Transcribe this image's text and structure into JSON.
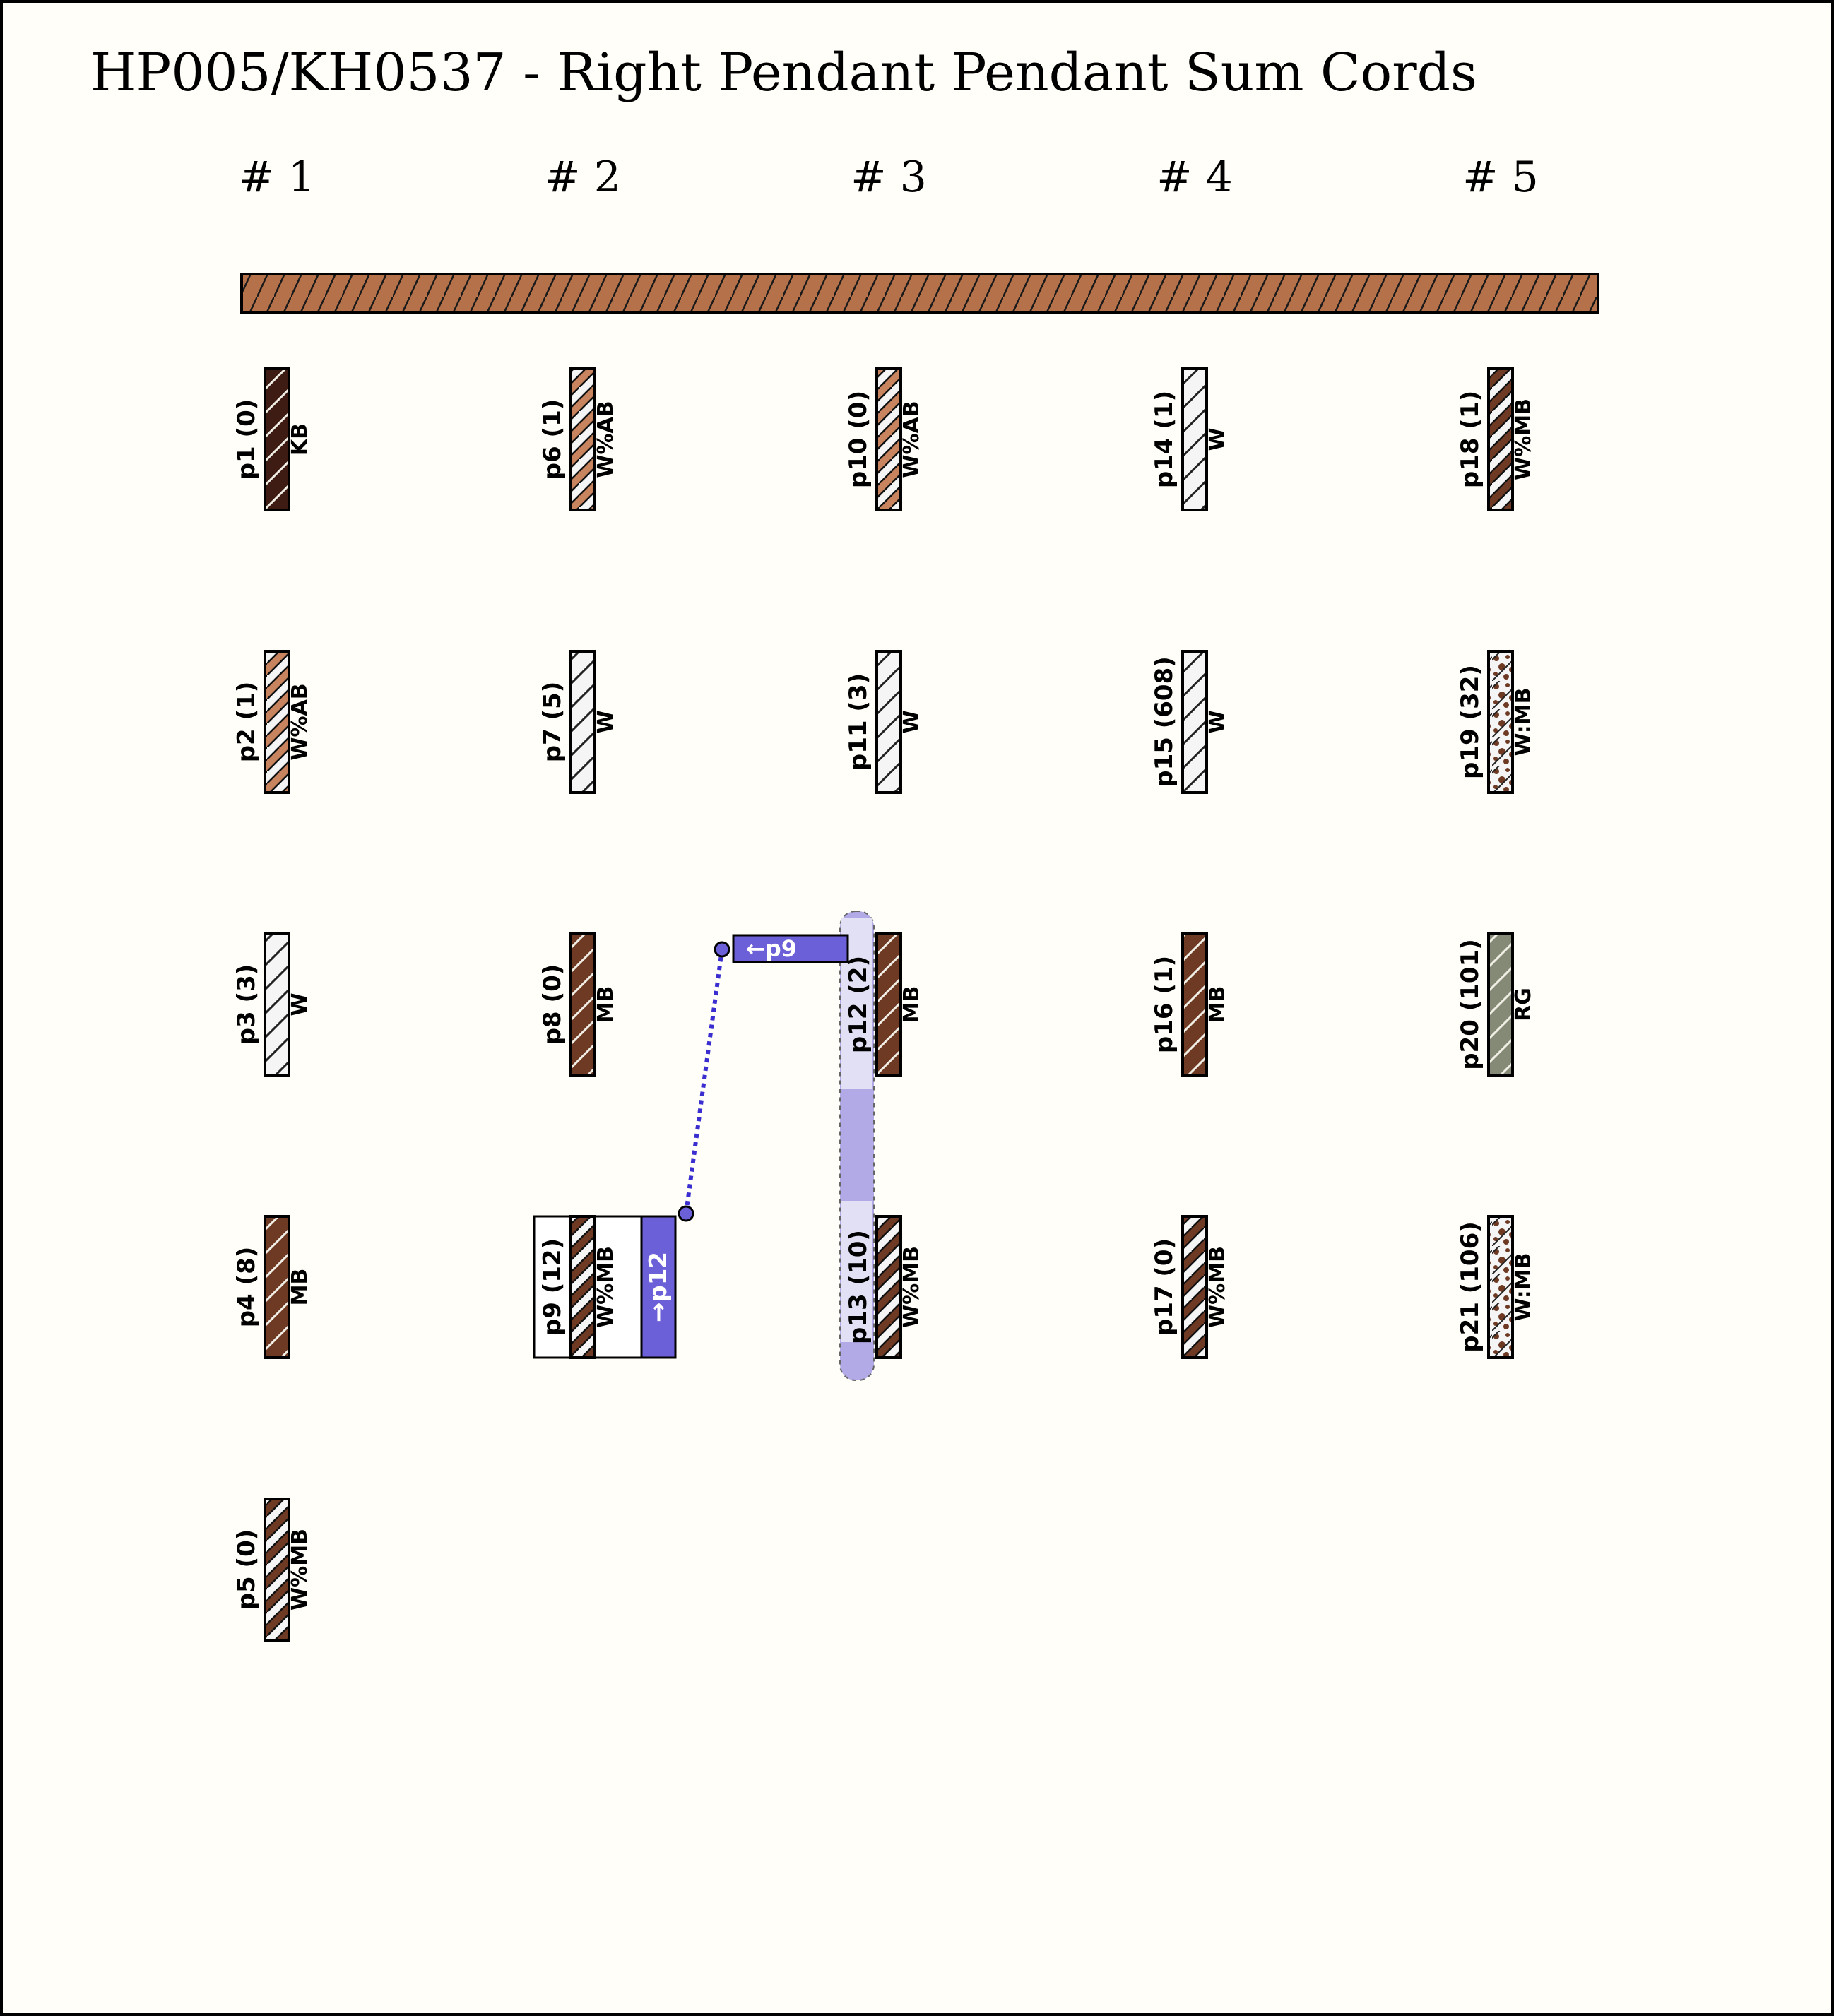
{
  "title": "HP005/KH0537 - Right Pendant Pendant Sum Cords",
  "colors": {
    "background": "#fffef8",
    "KB": "#3e1c14",
    "AB": "#c8845e",
    "MB": "#6e3a24",
    "W": "#f5f5f5",
    "RG": "#858a76",
    "primary_cord": "#b5714a",
    "highlight": "#6b60d8",
    "highlight_band": "#b1aae6",
    "highlight_band_light": "#e2e0f4",
    "link": "#3a2ed0"
  },
  "groups": [
    {
      "label": "# 1",
      "cords": [
        {
          "name": "p1 (0)",
          "color_label": "KB",
          "pattern": "solid",
          "colors": [
            "KB"
          ]
        },
        {
          "name": "p2 (1)",
          "color_label": "W%AB",
          "pattern": "barber",
          "colors": [
            "W",
            "AB"
          ]
        },
        {
          "name": "p3 (3)",
          "color_label": "W",
          "pattern": "solid",
          "colors": [
            "W"
          ]
        },
        {
          "name": "p4 (8)",
          "color_label": "MB",
          "pattern": "solid",
          "colors": [
            "MB"
          ]
        },
        {
          "name": "p5 (0)",
          "color_label": "W%MB",
          "pattern": "barber",
          "colors": [
            "W",
            "MB"
          ]
        }
      ]
    },
    {
      "label": "# 2",
      "cords": [
        {
          "name": "p6 (1)",
          "color_label": "W%AB",
          "pattern": "barber",
          "colors": [
            "W",
            "AB"
          ]
        },
        {
          "name": "p7 (5)",
          "color_label": "W",
          "pattern": "solid",
          "colors": [
            "W"
          ]
        },
        {
          "name": "p8 (0)",
          "color_label": "MB",
          "pattern": "solid",
          "colors": [
            "MB"
          ]
        },
        {
          "name": "p9 (12)",
          "color_label": "W%MB",
          "pattern": "barber",
          "colors": [
            "W",
            "MB"
          ],
          "sum_label": "→p12",
          "boxed": true
        }
      ]
    },
    {
      "label": "# 3",
      "cords": [
        {
          "name": "p10 (0)",
          "color_label": "W%AB",
          "pattern": "barber",
          "colors": [
            "W",
            "AB"
          ]
        },
        {
          "name": "p11 (3)",
          "color_label": "W",
          "pattern": "solid",
          "colors": [
            "W"
          ]
        },
        {
          "name": "p12 (2)",
          "color_label": "MB",
          "pattern": "solid",
          "colors": [
            "MB"
          ],
          "sum_label": "←p9",
          "band": "light"
        },
        {
          "name": "p13 (10)",
          "color_label": "W%MB",
          "pattern": "barber",
          "colors": [
            "W",
            "MB"
          ],
          "band": "light"
        }
      ]
    },
    {
      "label": "# 4",
      "cords": [
        {
          "name": "p14 (1)",
          "color_label": "W",
          "pattern": "solid",
          "colors": [
            "W"
          ]
        },
        {
          "name": "p15 (608)",
          "color_label": "W",
          "pattern": "solid",
          "colors": [
            "W"
          ]
        },
        {
          "name": "p16 (1)",
          "color_label": "MB",
          "pattern": "solid",
          "colors": [
            "MB"
          ]
        },
        {
          "name": "p17 (0)",
          "color_label": "W%MB",
          "pattern": "barber",
          "colors": [
            "W",
            "MB"
          ]
        }
      ]
    },
    {
      "label": "# 5",
      "cords": [
        {
          "name": "p18 (1)",
          "color_label": "W%MB",
          "pattern": "barber",
          "colors": [
            "W",
            "MB"
          ]
        },
        {
          "name": "p19 (32)",
          "color_label": "W:MB",
          "pattern": "mottled",
          "colors": [
            "W",
            "MB"
          ]
        },
        {
          "name": "p20 (101)",
          "color_label": "RG",
          "pattern": "solid",
          "colors": [
            "RG"
          ]
        },
        {
          "name": "p21 (106)",
          "color_label": "W:MB",
          "pattern": "mottled",
          "colors": [
            "W",
            "MB"
          ]
        }
      ]
    }
  ]
}
